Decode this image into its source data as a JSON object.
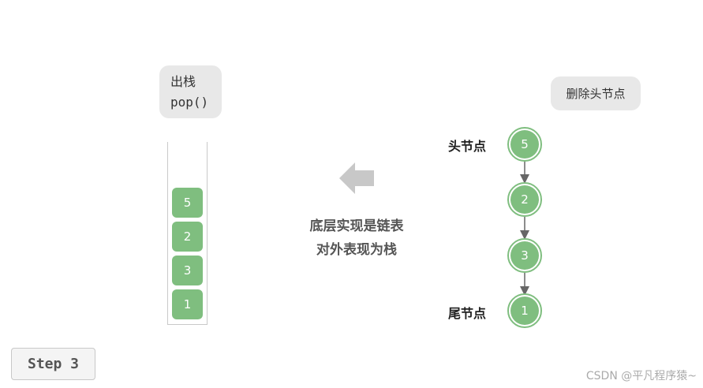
{
  "operation": {
    "title": "出栈",
    "code": "pop()"
  },
  "action": "删除头节点",
  "stack_items": [
    "5",
    "2",
    "3",
    "1"
  ],
  "center_caption": [
    "底层实现是链表",
    "对外表现为栈"
  ],
  "linked_list": {
    "nodes": [
      "5",
      "2",
      "3",
      "1"
    ],
    "head_label": "头节点",
    "tail_label": "尾节点"
  },
  "step": "Step 3",
  "watermark": "CSDN @平凡程序猿~",
  "colors": {
    "node_fill": "#7fbe7f",
    "node_ring": "#7fbe7f",
    "arrow": "#c8c8c8",
    "label_bg": "#e8e8e8"
  },
  "icons": {
    "direction": "arrow-left-icon"
  }
}
